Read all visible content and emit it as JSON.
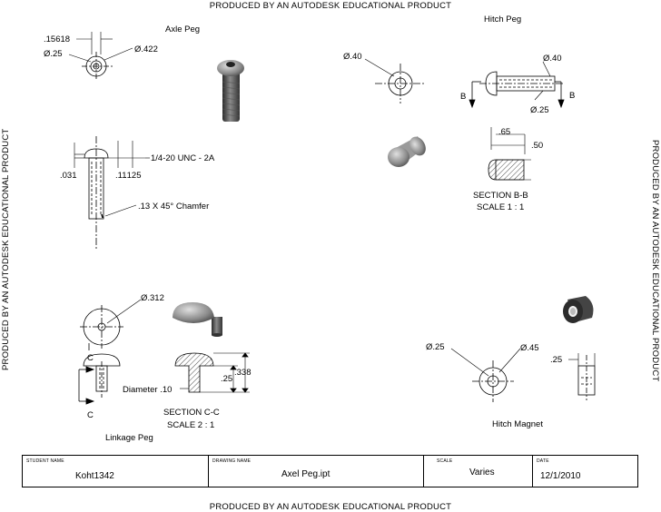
{
  "watermark": "PRODUCED BY AN AUTODESK EDUCATIONAL PRODUCT",
  "views": {
    "axle_peg_title": "Axle Peg",
    "hitch_peg_title": "Hitch Peg",
    "linkage_peg_title": "Linkage Peg",
    "hitch_magnet_title": "Hitch Magnet",
    "section_bb": "SECTION B-B",
    "scale_bb": "SCALE 1 : 1",
    "section_cc": "SECTION C-C",
    "scale_cc": "SCALE 2 : 1"
  },
  "dimensions": {
    "axle_width": ".15618",
    "axle_dia_small": "Ø.25",
    "axle_dia_large": "Ø.422",
    "axle_thread": "1/4-20 UNC - 2A",
    "axle_031": ".031",
    "axle_11": ".11",
    "axle_125": ".125",
    "axle_chamfer": ".13 X 45° Chamfer",
    "hitch_dia_40_left": "Ø.40",
    "hitch_dia_40_right": "Ø.40",
    "hitch_dia_25": "Ø.25",
    "section_b_left": "B",
    "section_b_right": "B",
    "bb_65": ".65",
    "bb_50": ".50",
    "linkage_dia_312": "Ø.312",
    "section_c_top": "C",
    "section_c_bottom": "C",
    "cc_25": ".25",
    "cc_338": ".338",
    "cc_diameter": "Diameter .10",
    "magnet_dia_25": "Ø.25",
    "magnet_dia_45": "Ø.45",
    "magnet_25": ".25"
  },
  "title_block": {
    "student_caption": "STUDENT NAME",
    "student_value": "Koht1342",
    "drawing_caption": "DRAWING NAME",
    "drawing_value": "Axel Peg.ipt",
    "scale_caption": "SCALE",
    "scale_value": "Varies",
    "date_caption": "DATE",
    "date_value": "12/1/2010"
  }
}
